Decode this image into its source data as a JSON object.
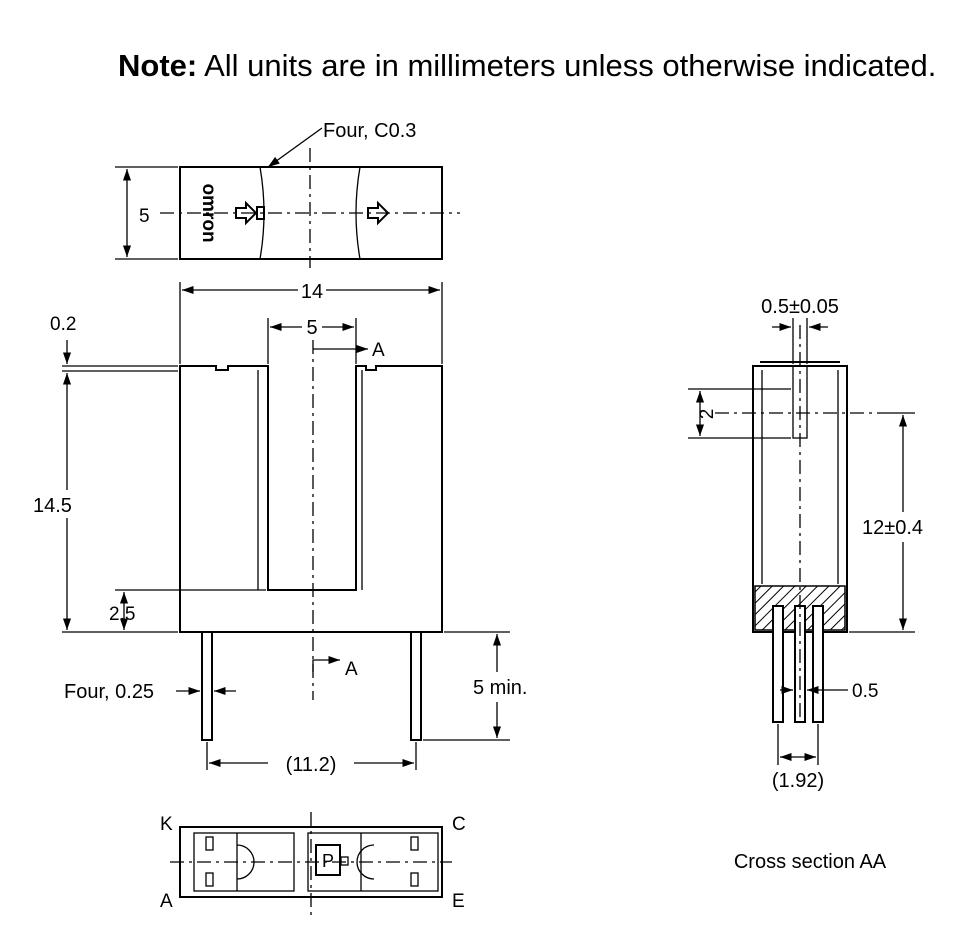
{
  "note": {
    "label": "Note:",
    "text": " All units are in millimeters unless otherwise indicated."
  },
  "top_view": {
    "chamfer": "Four, C0.3",
    "height_dim": "5",
    "logo": "omron"
  },
  "front_view": {
    "width_dim": "14",
    "slot_width_dim": "5",
    "section_marker_top": "A",
    "step_dim": "0.2",
    "height_dim": "14.5",
    "base_dim": "2.5",
    "section_marker_bottom": "A",
    "pin_width": "Four, 0.25",
    "pin_length": "5 min.",
    "pin_spacing": "(11.2)"
  },
  "bottom_view": {
    "pin_k": "K",
    "pin_c": "C",
    "pin_a": "A",
    "pin_e": "E",
    "chip_label": "P"
  },
  "cross_section": {
    "slit_width": "0.5±0.05",
    "slit_height": "2",
    "center_height": "12±0.4",
    "pin_width": "0.5",
    "pin_spacing": "(1.92)",
    "caption": "Cross section AA"
  }
}
